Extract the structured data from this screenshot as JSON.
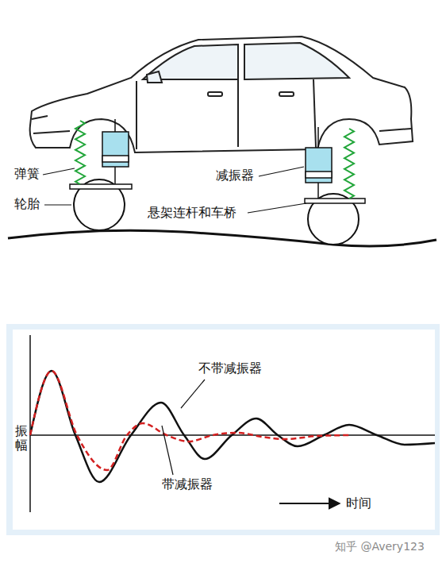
{
  "diagram": {
    "labels": [
      "弹簧",
      "轮胎",
      "减振器",
      "悬架连杆和车桥",
      "不带减振器",
      "带减振器",
      "振幅",
      "时间",
      "知乎 @Avery123"
    ]
  }
}
